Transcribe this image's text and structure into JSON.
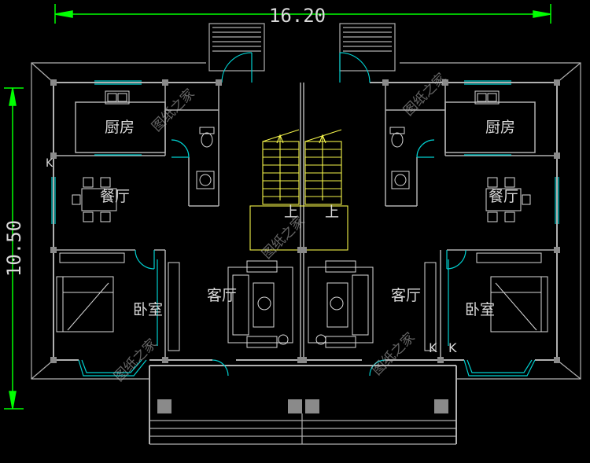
{
  "dimensions": {
    "width": "16.20",
    "height": "10.50"
  },
  "rooms": {
    "kitchen_left": "厨房",
    "kitchen_right": "厨房",
    "dining_left": "餐厅",
    "dining_right": "餐厅",
    "living_left": "客厅",
    "living_right": "客厅",
    "bedroom_left": "卧室",
    "bedroom_right": "卧室"
  },
  "stair_labels": {
    "left": "上",
    "right": "上"
  },
  "markers": {
    "k_left": "K",
    "k_right_1": "K",
    "k_right_2": "K"
  },
  "watermark": "图纸之家",
  "colors": {
    "background": "#000000",
    "wall": "#b0b0b0",
    "dimension": "#00ff00",
    "window": "#00cfcf",
    "stairs": "#f5f54a",
    "furniture": "#d8d8d8"
  }
}
